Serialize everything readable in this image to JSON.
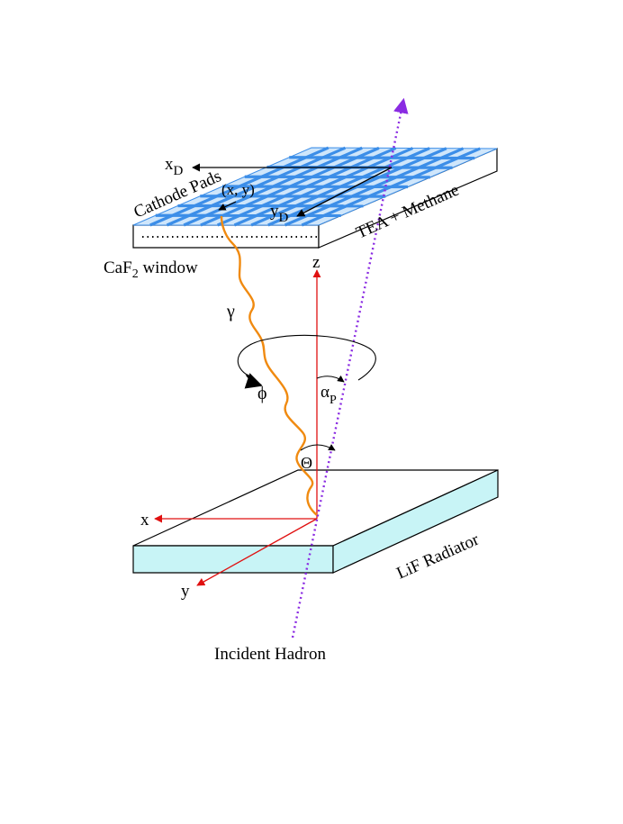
{
  "labels": {
    "x_d": "x",
    "x_d_sub": "D",
    "y_d": "y",
    "y_d_sub": "D",
    "cathode_pads": "Cathode Pads",
    "xy": "(x, y)",
    "tea_methane": "TEA + Methane",
    "caf2_pre": "CaF",
    "caf2_sub": "2",
    "caf2_post": " window",
    "z": "z",
    "gamma": "γ",
    "phi": "ϕ",
    "alpha": "α",
    "alpha_sub": "P",
    "theta": "Θ",
    "x": "x",
    "y": "y",
    "lif_radiator": "LiF Radiator",
    "incident_hadron": "Incident Hadron"
  },
  "colors": {
    "pad_fill": "#cfe6fb",
    "pad_grid": "#3c8ee8",
    "radiator_fill": "#c8f4f6",
    "photon": "#f08a10",
    "hadron": "#8a2be2",
    "axis": "#e01010"
  },
  "icons": {
    "photon_path": "wavy-photon-line",
    "hadron_track": "dotted-arrow-line"
  }
}
